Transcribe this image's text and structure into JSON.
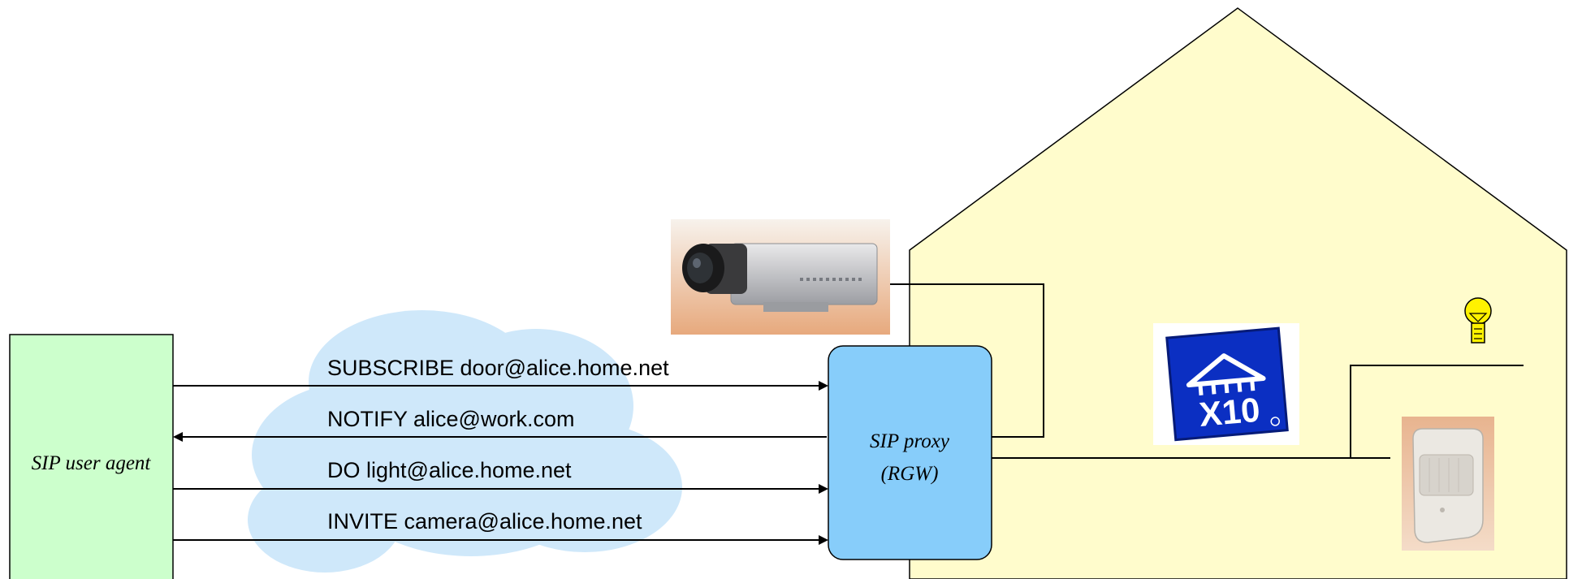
{
  "user_agent": {
    "label": "SIP user agent"
  },
  "proxy": {
    "line1": "SIP proxy",
    "line2": "(RGW)"
  },
  "messages": [
    {
      "text": "SUBSCRIBE door@alice.home.net",
      "direction": "to-proxy"
    },
    {
      "text": "NOTIFY alice@work.com",
      "direction": "to-agent"
    },
    {
      "text": "DO light@alice.home.net",
      "direction": "to-proxy"
    },
    {
      "text": "INVITE camera@alice.home.net",
      "direction": "to-proxy"
    }
  ],
  "devices": {
    "camera": "camera-icon",
    "x10": "x10-logo",
    "x10_logo_text": "X10",
    "bulb": "light-bulb-icon",
    "sensor": "motion-sensor-icon"
  },
  "colors": {
    "user_agent_fill": "#ccffcc",
    "proxy_fill": "#87cdfa",
    "house_fill": "#fffccc",
    "cloud_fill": "#cfe8fa",
    "x10_blue": "#0b2fc2"
  }
}
